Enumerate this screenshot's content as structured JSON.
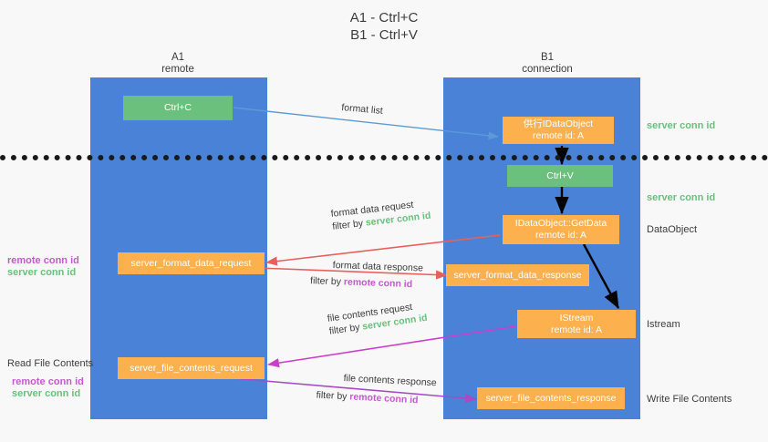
{
  "title": {
    "line1": "A1 - Ctrl+C",
    "line2": "B1 - Ctrl+V"
  },
  "columns": [
    {
      "name": "A1",
      "subtitle": "remote"
    },
    {
      "name": "B1",
      "subtitle": "connection"
    }
  ],
  "colors": {
    "lane": "#4a82d8",
    "green_box": "#6cc07d",
    "orange_box": "#fcb04e",
    "server_conn_id": "#6cc07d",
    "remote_conn_id": "#c45ad0",
    "dashed_divider": "#1a1a1a",
    "blue_arrow": "#5b9bd5",
    "red_arrow": "#e8605d",
    "magenta_arrow": "#cc3fcc",
    "purple_arrow": "#a64bc4",
    "black_arrow": "#000000",
    "background": "#f8f8f8"
  },
  "nodes": {
    "ctrl_c": {
      "label": "Ctrl+C"
    },
    "ctrl_v": {
      "label": "Ctrl+V"
    },
    "idataobject": {
      "line1": "供行IDataObject",
      "line2": "remote id: A"
    },
    "getdata": {
      "line1": "IDataObject::GetData",
      "line2": "remote id: A"
    },
    "istream": {
      "line1": "IStream",
      "line2": "remote id: A"
    },
    "server_format_data_request": {
      "label": "server_format_data_request"
    },
    "server_format_data_response": {
      "label": "server_format_data_response"
    },
    "server_file_contents_request": {
      "label": "server_file_contents_request"
    },
    "server_file_contents_response": {
      "label": "server_file_contents_response"
    }
  },
  "right_labels": [
    {
      "text": "server conn id",
      "style": "green"
    },
    {
      "text": "server conn id",
      "style": "green"
    },
    {
      "text": "DataObject",
      "style": "plain"
    },
    {
      "text": "Istream",
      "style": "plain"
    },
    {
      "text": "Write File Contents",
      "style": "plain"
    }
  ],
  "left_labels": {
    "group1": {
      "remote": "remote conn id",
      "server": "server conn id"
    },
    "group2": {
      "heading": "Read File Contents",
      "remote": "remote conn id",
      "server": "server conn id"
    }
  },
  "arrow_labels": {
    "format_list": "format list",
    "format_data_request": "format data request",
    "format_data_request_filter_prefix": "filter by ",
    "format_data_request_filter_key": "server conn id",
    "format_data_response": "format data response",
    "format_data_response_filter_prefix": "filter by ",
    "format_data_response_filter_key": "remote conn id",
    "file_contents_request": "file contents request",
    "file_contents_request_filter_prefix": "filter by ",
    "file_contents_request_filter_key": "server conn id",
    "file_contents_response": "file contents response",
    "file_contents_response_filter_prefix": "filter by ",
    "file_contents_response_filter_key": "remote conn id"
  }
}
